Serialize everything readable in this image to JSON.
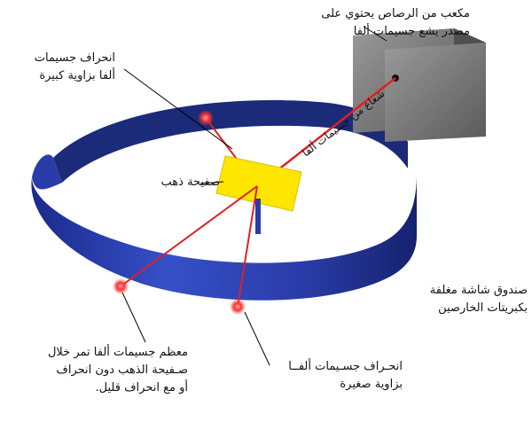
{
  "labels": {
    "cube": "مكعب من الرصاص يحتوي على\nمصدر يشع جسيمات ألفا",
    "large_angle": "انحراف جسيمات\nألفا بزاوية كبيرة",
    "gold_foil": "صفيحة ذهب",
    "beam": "شعاع من جسيمات ألفا",
    "screen_box": "صندوق شاشة مغلفة\nبكبريتات الخارصين",
    "most_particles": "معظم جسيمات ألفا تمر خلال\nصـفيحة الذهب دون انحراف\nأو مع انحراف قليل.",
    "small_angle": "انحـراف جسـيمات ألفــا\nبزاوية صغيرة"
  },
  "colors": {
    "ring_front": "#2a3ca8",
    "ring_back": "#1c2a7a",
    "beam": "#e02020",
    "foil": "#ffe600",
    "cube_front": "#7a7a7a",
    "cube_top": "#a8a8a8",
    "cube_side": "#4e4e4e",
    "hit_spot": "#ff3030"
  }
}
